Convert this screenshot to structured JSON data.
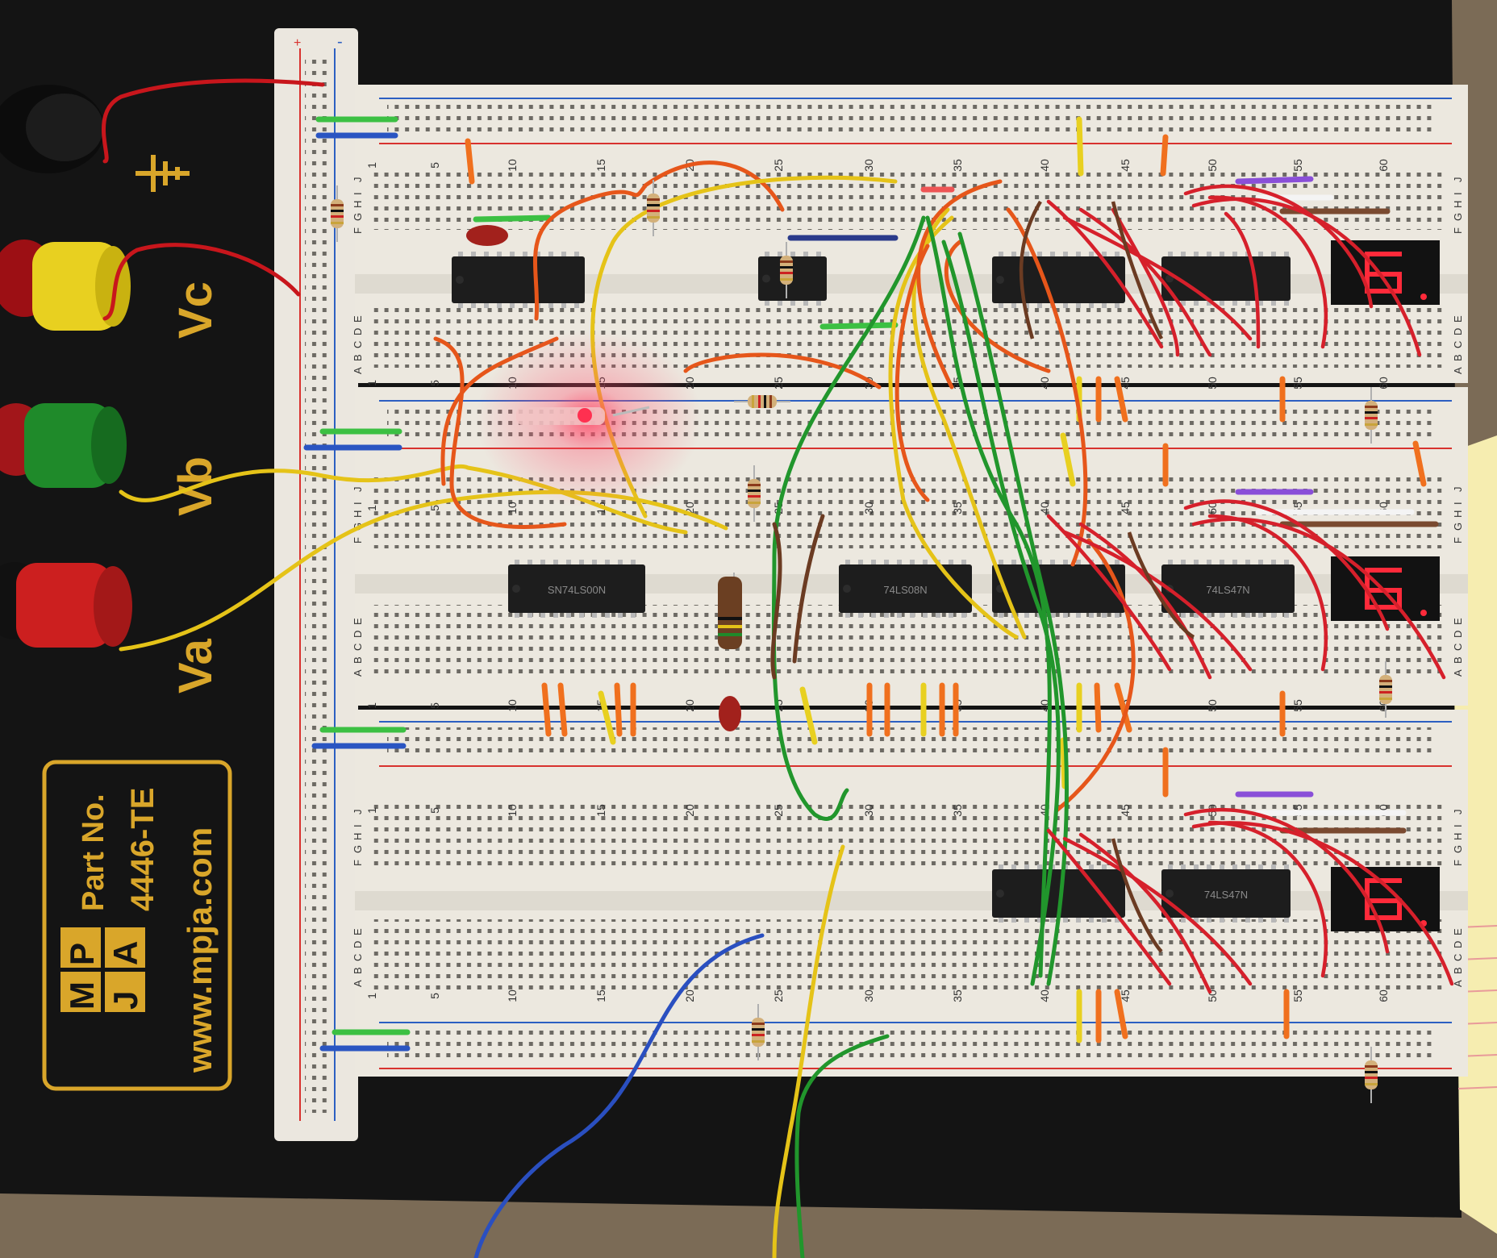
{
  "board": {
    "binding_posts": [
      {
        "label": "⏚",
        "color": "#1a1a1a"
      },
      {
        "label": "Vc",
        "color": "#e8d020"
      },
      {
        "label": "Vb",
        "color": "#1f8a2a"
      },
      {
        "label": "Va",
        "color": "#cc1f1f"
      }
    ],
    "brand": {
      "logo_letters": [
        "M",
        "P",
        "J",
        "A"
      ],
      "part_label": "Part No.",
      "part_number": "4446-TE",
      "website": "www.mpja.com"
    },
    "rail_plus": "+",
    "rail_minus": "-"
  },
  "breadboard": {
    "column_numbers": [
      "1",
      "5",
      "10",
      "15",
      "20",
      "25",
      "30",
      "35",
      "40",
      "45",
      "50",
      "55",
      "60"
    ],
    "row_letters_top": [
      "J",
      "I",
      "H",
      "G",
      "F"
    ],
    "row_letters_bottom": [
      "E",
      "D",
      "C",
      "B",
      "A"
    ]
  },
  "chips": [
    {
      "marking": ""
    },
    {
      "marking": ""
    },
    {
      "marking": ""
    },
    {
      "marking": ""
    },
    {
      "marking": "SN74LS00N"
    },
    {
      "marking": "74LS08N"
    },
    {
      "marking": ""
    },
    {
      "marking": "74LS47N"
    },
    {
      "marking": ""
    },
    {
      "marking": "74LS47N"
    }
  ],
  "displays": [
    {
      "digit": "6",
      "segment_color": "#ff2a3a"
    },
    {
      "digit": "6",
      "segment_color": "#ff2a3a"
    },
    {
      "digit": "6",
      "segment_color": "#ff2a3a"
    }
  ],
  "colors": {
    "board_black": "#141414",
    "breadboard": "#ece8df",
    "rail_red": "#d8322e",
    "rail_blue": "#2c5fc2",
    "brand_gold": "#d9a62a"
  }
}
